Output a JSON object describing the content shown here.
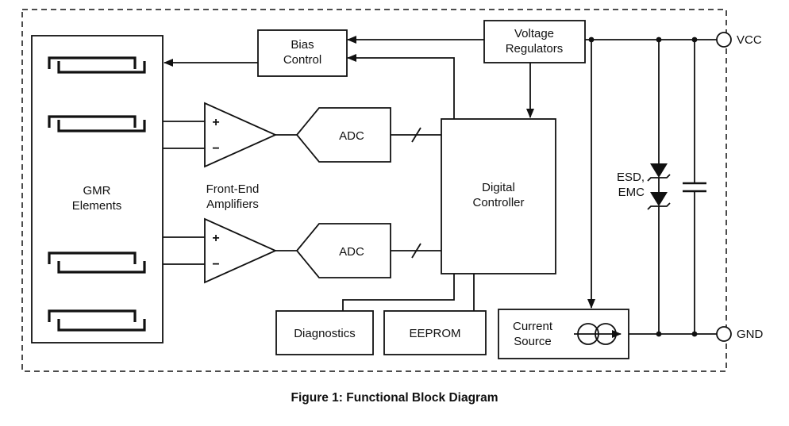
{
  "figure": {
    "caption": "Figure 1: Functional Block Diagram"
  },
  "pins": {
    "vcc": "VCC",
    "gnd": "GND"
  },
  "blocks": {
    "gmr_elements": {
      "line1": "GMR",
      "line2": "Elements"
    },
    "bias_control": {
      "line1": "Bias",
      "line2": "Control"
    },
    "voltage_regulators": {
      "line1": "Voltage",
      "line2": "Regulators"
    },
    "front_end_amplifiers": {
      "line1": "Front-End",
      "line2": "Amplifiers",
      "amp1": {
        "plus": "+",
        "minus": "−"
      },
      "amp2": {
        "plus": "+",
        "minus": "−"
      }
    },
    "adc1": {
      "label": "ADC"
    },
    "adc2": {
      "label": "ADC"
    },
    "digital_controller": {
      "line1": "Digital",
      "line2": "Controller"
    },
    "diagnostics": {
      "label": "Diagnostics"
    },
    "eeprom": {
      "label": "EEPROM"
    },
    "current_source": {
      "line1": "Current",
      "line2": "Source"
    },
    "esd_emc": {
      "line1": "ESD,",
      "line2": "EMC"
    }
  },
  "colors": {
    "line": "#111111",
    "background": "#ffffff"
  }
}
